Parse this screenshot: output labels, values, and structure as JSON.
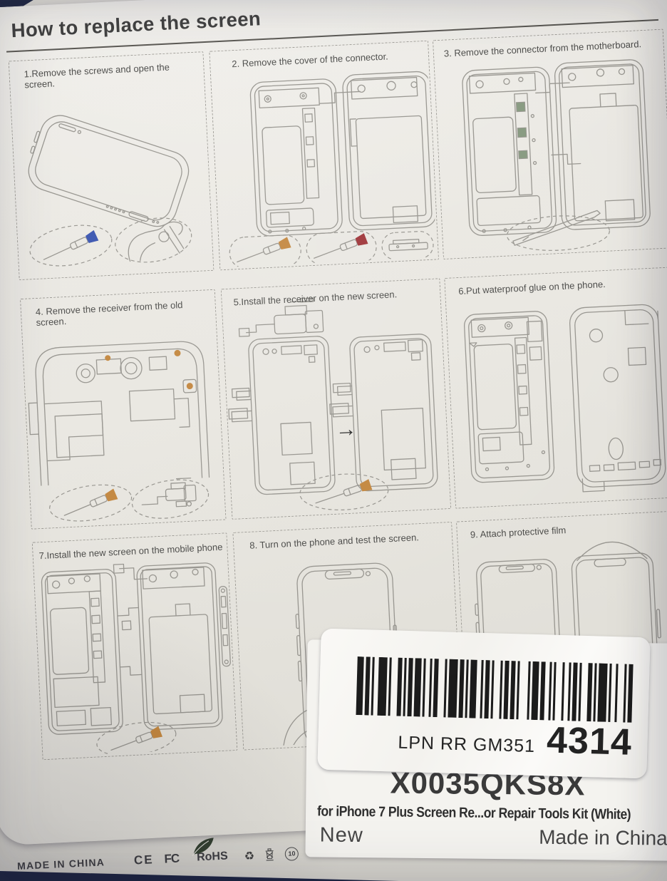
{
  "document": {
    "title": "How to replace the screen",
    "steps": [
      {
        "caption": "1.Remove the screws and open the screen."
      },
      {
        "caption": "2. Remove the cover of the connector."
      },
      {
        "caption": "3. Remove the connector from the motherboard."
      },
      {
        "caption": "4. Remove the receiver from the old screen."
      },
      {
        "caption": "5.Install the receiver on the new screen.",
        "arrow": "→"
      },
      {
        "caption": "6.Put waterproof glue on the phone."
      },
      {
        "caption": "7.Install the new screen on the mobile phone"
      },
      {
        "caption": "8. Turn on the phone and test the screen."
      },
      {
        "caption": "9. Attach protective film"
      }
    ]
  },
  "package_footer": {
    "made_in": "MADE IN CHINA",
    "ce_mark": "CE",
    "fcc_mark": "FC",
    "rohs": "RoHS",
    "epup_years": "10"
  },
  "sticker": {
    "lpn_code": "LPN RR GM351",
    "lpn_number": "4314",
    "product_code": "X0035QKS8X",
    "product_title": "for iPhone 7 Plus Screen Re...or Repair Tools Kit (White)",
    "condition": "New",
    "origin": "Made in China"
  },
  "colors": {
    "paper": "#e9e7e1",
    "table-dark": "#1d2542",
    "ink": "#3e3e3e",
    "line": "#97958f",
    "sd-blue": "#3a55b0",
    "sd-orange": "#c3873f",
    "sd-red": "#9e3438",
    "leaf-green": "#33402f",
    "label-white": "#f4f3ef",
    "sticker-white": "#faf9f6"
  }
}
